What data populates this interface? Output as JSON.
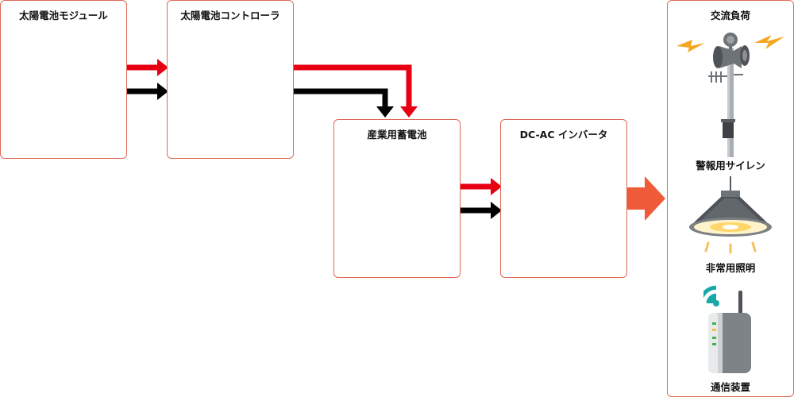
{
  "blocks": {
    "solar_module": "太陽電池モジュール",
    "solar_controller": "太陽電池コントローラ",
    "storage_battery": "産業用蓄電池",
    "inverter": "DC-AC インバータ",
    "ac_load": "交流負荷"
  },
  "loads": [
    {
      "label": "警報用サイレン",
      "icon": "siren-icon"
    },
    {
      "label": "非常用照明",
      "icon": "lamp-icon"
    },
    {
      "label": "通信装置",
      "icon": "router-icon"
    }
  ],
  "colors": {
    "box_border": "#e06a55",
    "positive_wire": "#e60012",
    "negative_wire": "#000000",
    "ac_arrow": "#ef5a38",
    "wifi": "#1aa7a8"
  }
}
